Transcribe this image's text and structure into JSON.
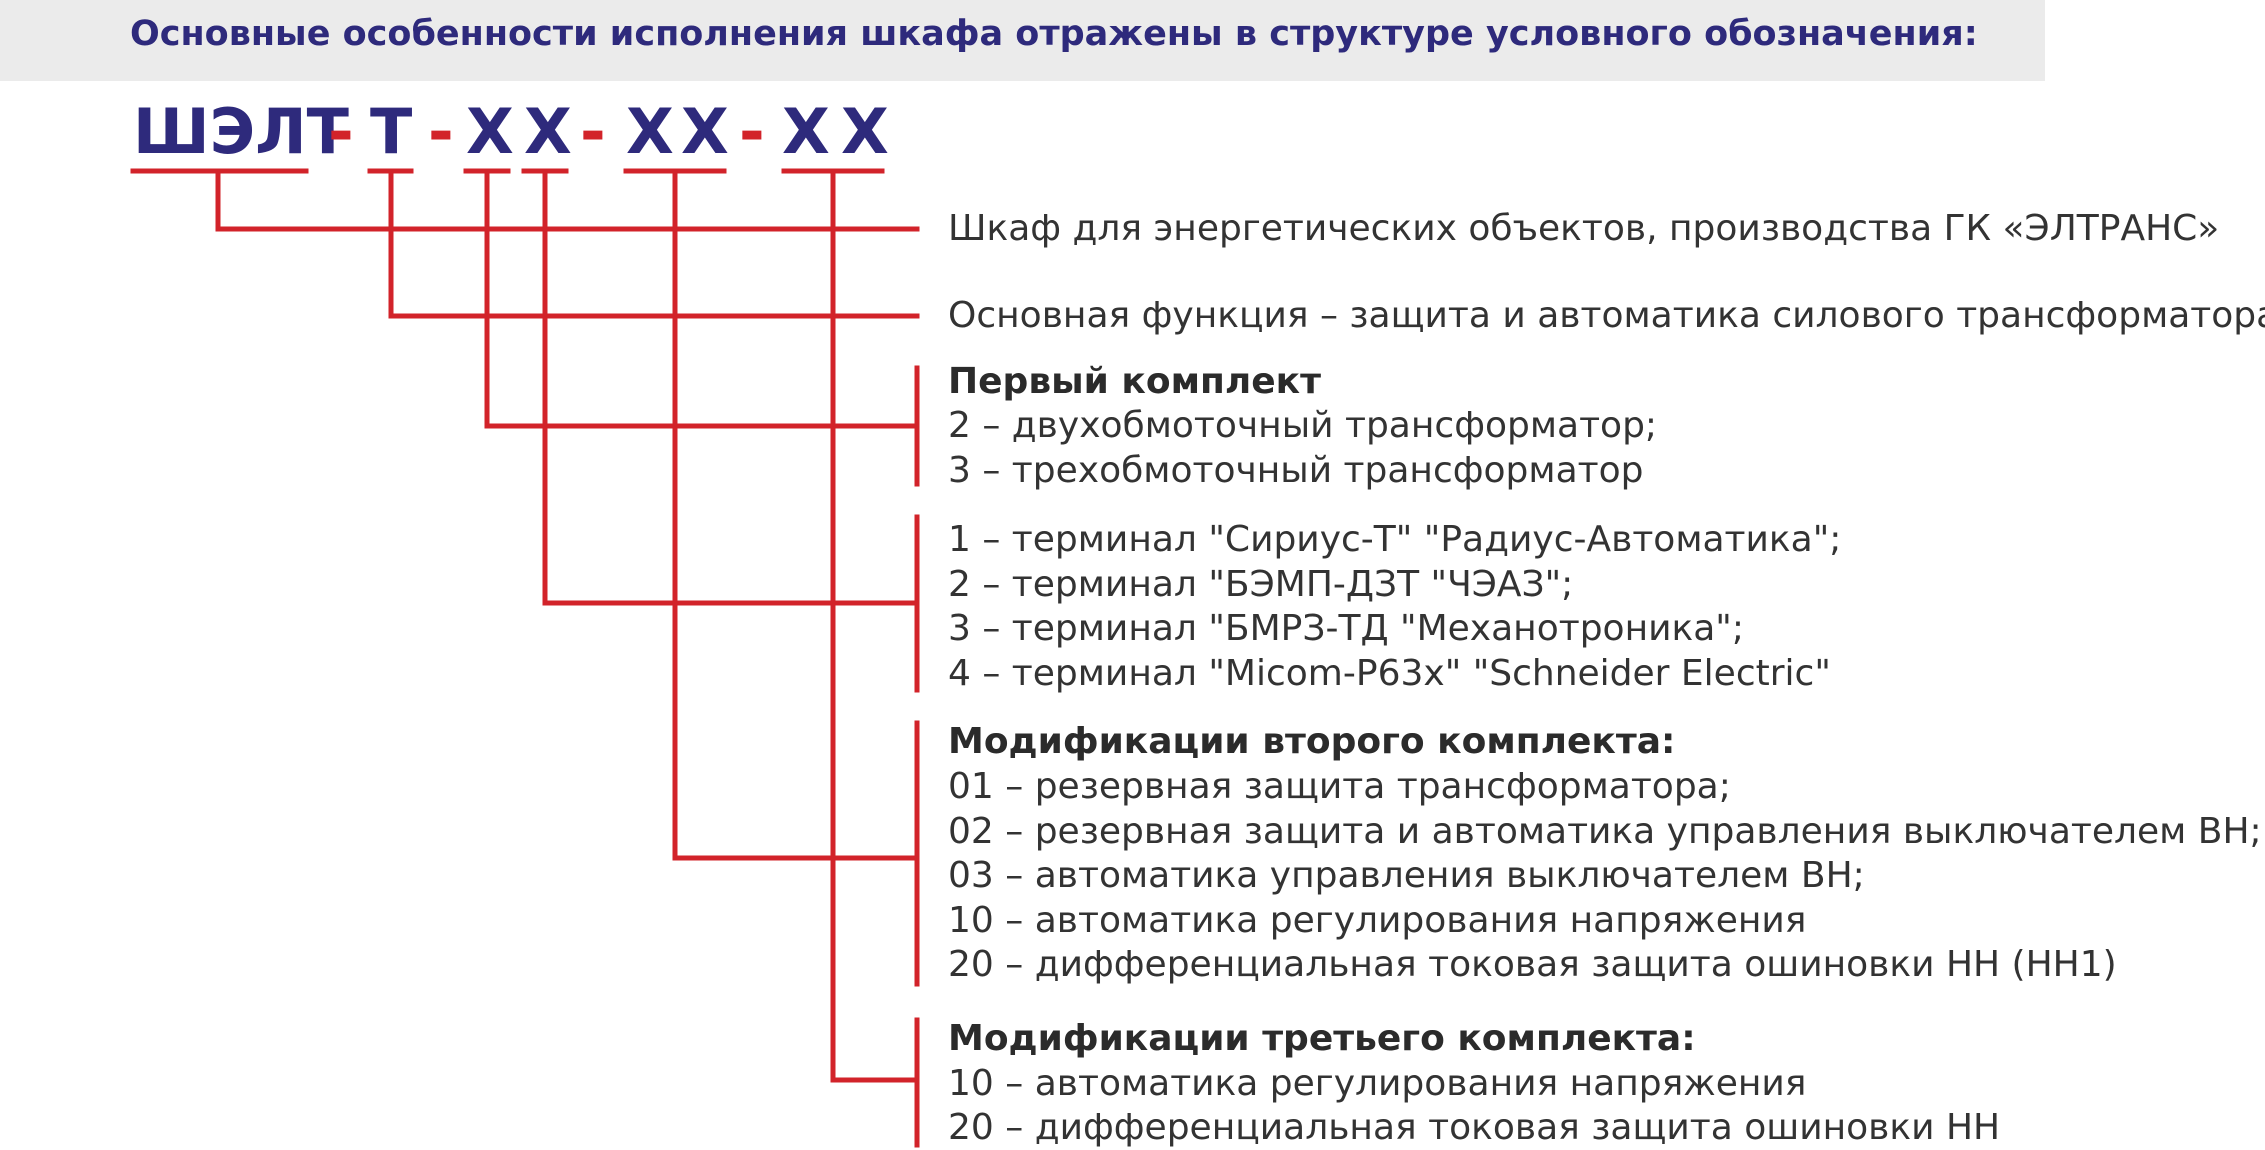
{
  "header": {
    "title": "Основные особенности исполнения шкафа отражены в структуре условного обозначения:"
  },
  "code": {
    "parts": [
      "ШЭЛТ",
      "Т",
      "Х",
      "Х",
      "Х",
      "Х",
      "Х",
      "Х"
    ],
    "separator": "-"
  },
  "colors": {
    "accent_red": "#d2232a",
    "code_blue": "#2e2a7c",
    "text": "#333333",
    "header_bg": "#ebebeb"
  },
  "descriptions": {
    "cabinet": "Шкаф для энергетических объектов, производства ГК «ЭЛТРАНС»",
    "function": "Основная функция – защита и автоматика силового трансформатора",
    "first_set": {
      "title": "Первый комплект",
      "items": [
        "2 – двухобмоточный трансформатор;",
        "3 – трехобмоточный трансформатор"
      ]
    },
    "terminals": {
      "items": [
        "1 – терминал \"Сириус-Т\" \"Радиус-Автоматика\";",
        "2 – терминал \"БЭМП-ДЗТ \"ЧЭАЗ\";",
        "3 – терминал \"БМРЗ-ТД \"Механотроника\";",
        "4 – терминал \"Micom-P63x\" \"Schneider Electric\""
      ]
    },
    "second_set": {
      "title": "Модификации второго комплекта:",
      "items": [
        "01 – резервная защита трансформатора;",
        "02 – резервная защита и автоматика управления выключателем ВН;",
        "03 – автоматика управления выключателем ВН;",
        "10 – автоматика регулирования напряжения",
        "20 – дифференциальная токовая защита ошиновки НН (НН1)"
      ]
    },
    "third_set": {
      "title": "Модификации третьего комплекта:",
      "items": [
        "10 – автоматика регулирования напряжения",
        "20 – дифференциальная токовая защита ошиновки НН"
      ]
    }
  }
}
